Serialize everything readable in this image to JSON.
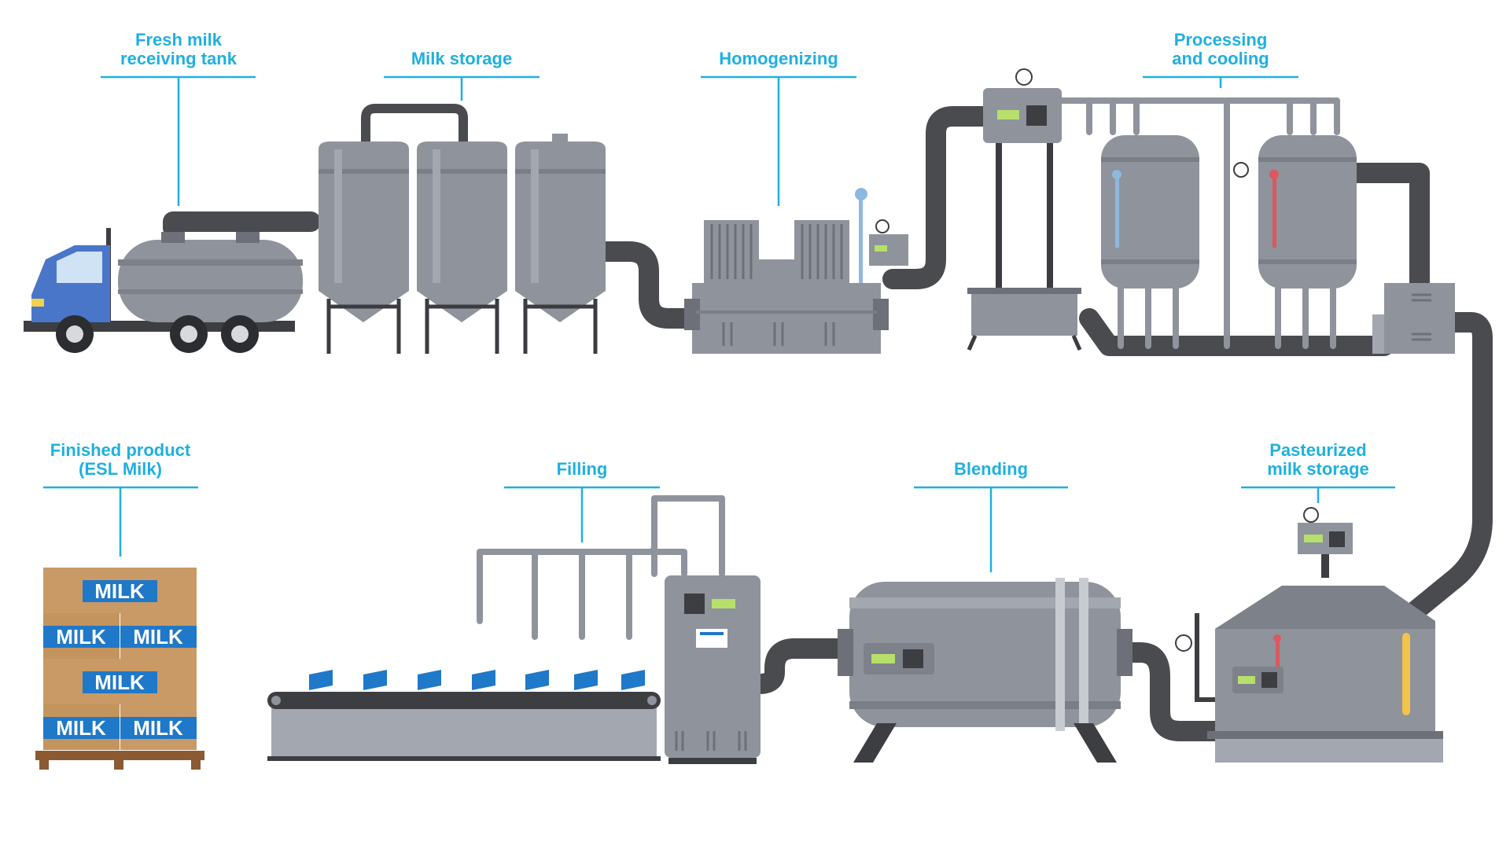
{
  "diagram": {
    "stages": [
      {
        "id": "fresh-milk-receiving-tank",
        "lines": [
          "Fresh milk",
          "receiving tank"
        ]
      },
      {
        "id": "milk-storage",
        "lines": [
          "Milk storage"
        ]
      },
      {
        "id": "homogenizing",
        "lines": [
          "Homogenizing"
        ]
      },
      {
        "id": "processing-and-cooling",
        "lines": [
          "Processing",
          "and cooling"
        ]
      },
      {
        "id": "finished-product",
        "lines": [
          "Finished product",
          "(ESL Milk)"
        ]
      },
      {
        "id": "filling",
        "lines": [
          "Filling"
        ]
      },
      {
        "id": "blending",
        "lines": [
          "Blending"
        ]
      },
      {
        "id": "pasteurized-milk-storage",
        "lines": [
          "Pasteurized",
          "milk storage"
        ]
      }
    ],
    "box_label": "MILK"
  },
  "colors": {
    "label": "#1fb0df",
    "machine": "#8f939c",
    "machine_dark": "#6d7079",
    "pipe": "#4a4b4f",
    "truck_cab": "#4a76c9",
    "carton_box": "#c99a66",
    "milk_band": "#1f78c8"
  }
}
